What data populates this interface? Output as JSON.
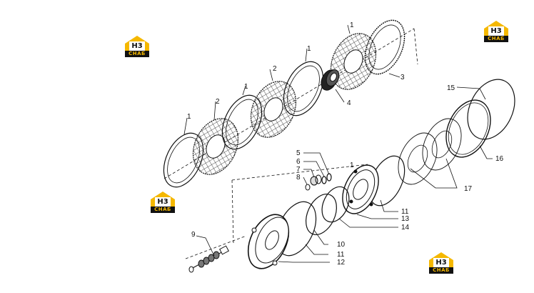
{
  "diagram": {
    "callouts": {
      "c1a": "1",
      "c1b": "1",
      "c1c": "1",
      "c1d": "1",
      "c1e": "1",
      "c2a": "2",
      "c2b": "2",
      "c3": "3",
      "c4": "4",
      "c5": "5",
      "c6": "6",
      "c7": "7",
      "c8": "8",
      "c9": "9",
      "c10": "10",
      "c11a": "11",
      "c11b": "11",
      "c12": "12",
      "c13": "13",
      "c14": "14",
      "c15": "15",
      "c16": "16",
      "c17": "17"
    }
  },
  "logos": [
    {
      "monogram": "H3",
      "brand": "CHAБ"
    },
    {
      "monogram": "H3",
      "brand": "CHAБ"
    },
    {
      "monogram": "H3",
      "brand": "CHAБ"
    },
    {
      "monogram": "H3",
      "brand": "CHAБ"
    }
  ],
  "colors": {
    "accent": "#f5b800",
    "line": "#111111"
  }
}
